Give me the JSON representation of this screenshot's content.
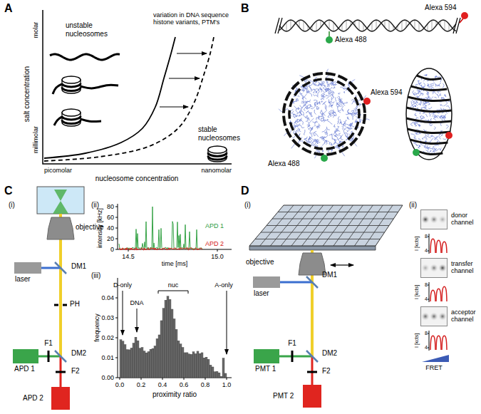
{
  "diagram": {
    "nodes": [
      {
        "text": [
          "laser"
        ]
      },
      {
        "text": [
          "APD 1"
        ]
      },
      {
        "text": [
          "APD 2"
        ]
      },
      {
        "text": [
          "laser"
        ]
      },
      {
        "text": [
          "PMT 1"
        ]
      },
      {
        "text": [
          "PMT 2"
        ]
      },
      {
        "text": [
          "donor channel"
        ]
      },
      {
        "text": [
          "transfer channel"
        ]
      },
      {
        "text": [
          "acceptor channel"
        ]
      }
    ],
    "labels": [
      "A",
      "unstable nucleosomes",
      "variation in DNA sequence histone variants, PTM's",
      "stable nucleosomes",
      "salt concentration",
      "molar",
      "millimolar",
      "picomolar",
      "nanomolar",
      "nucleosome concentration",
      "B",
      "Alexa 594",
      "Alexa 488",
      "Alexa 594",
      "Alexa 488",
      "C",
      "(i)",
      "objective",
      "DM1",
      "PH",
      "F1",
      "DM2",
      "F2",
      "(ii)",
      "intensity [kHz]",
      "80",
      "60",
      "40",
      "20",
      "0",
      "APD 1",
      "APD 2",
      "14.5",
      "15.0",
      "time [ms]",
      "(iii)",
      "frequency",
      "0.04",
      "0.03",
      "0.02",
      "0.01",
      "0.00",
      "D-only",
      "DNA",
      "nuc",
      "A-only",
      "0.0",
      "0.2",
      "0.4",
      "0.6",
      "0.8",
      "1.0",
      "proximity ratio",
      "D",
      "(i)",
      "objective",
      "DM1",
      "F1",
      "DM2",
      "F2",
      "(ii)",
      "I [kcts]",
      "8",
      "4",
      "I [kcts]",
      "8",
      "4",
      "I [kcts]",
      "8",
      "4",
      "FRET"
    ]
  }
}
